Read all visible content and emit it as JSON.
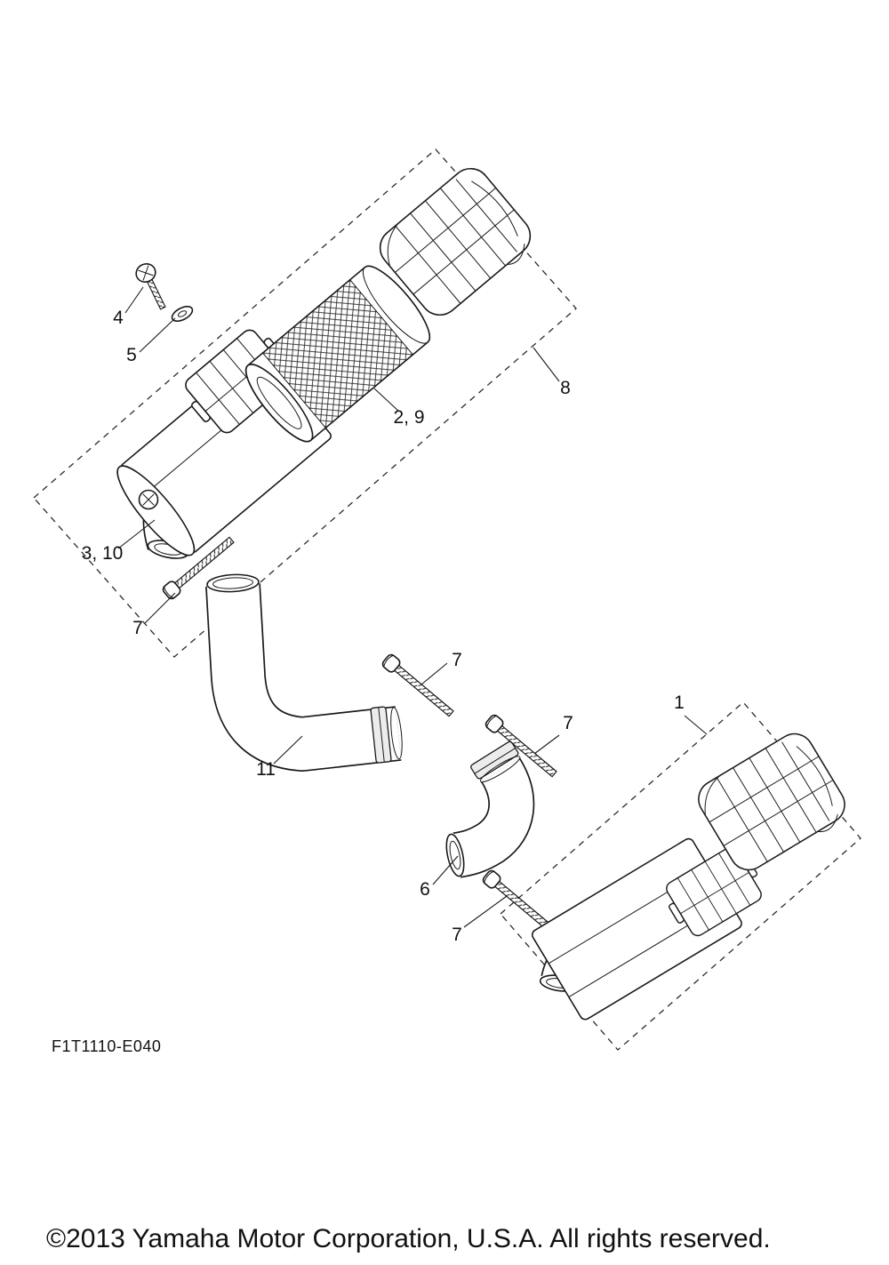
{
  "diagram": {
    "code": "F1T1110-E040",
    "copyright": "©2013 Yamaha Motor Corporation, U.S.A. All rights reserved.",
    "labels": [
      {
        "part": "4",
        "text": "4"
      },
      {
        "part": "5",
        "text": "5"
      },
      {
        "part": "2-9",
        "text": "2, 9"
      },
      {
        "part": "8",
        "text": "8"
      },
      {
        "part": "3-10",
        "text": "3, 10"
      },
      {
        "part": "7a",
        "text": "7"
      },
      {
        "part": "11",
        "text": "11"
      },
      {
        "part": "7b",
        "text": "7"
      },
      {
        "part": "7c",
        "text": "7"
      },
      {
        "part": "6",
        "text": "6"
      },
      {
        "part": "7d",
        "text": "7"
      },
      {
        "part": "1",
        "text": "1"
      }
    ]
  },
  "colors": {
    "line": "#1a1a1a",
    "background": "#ffffff"
  }
}
